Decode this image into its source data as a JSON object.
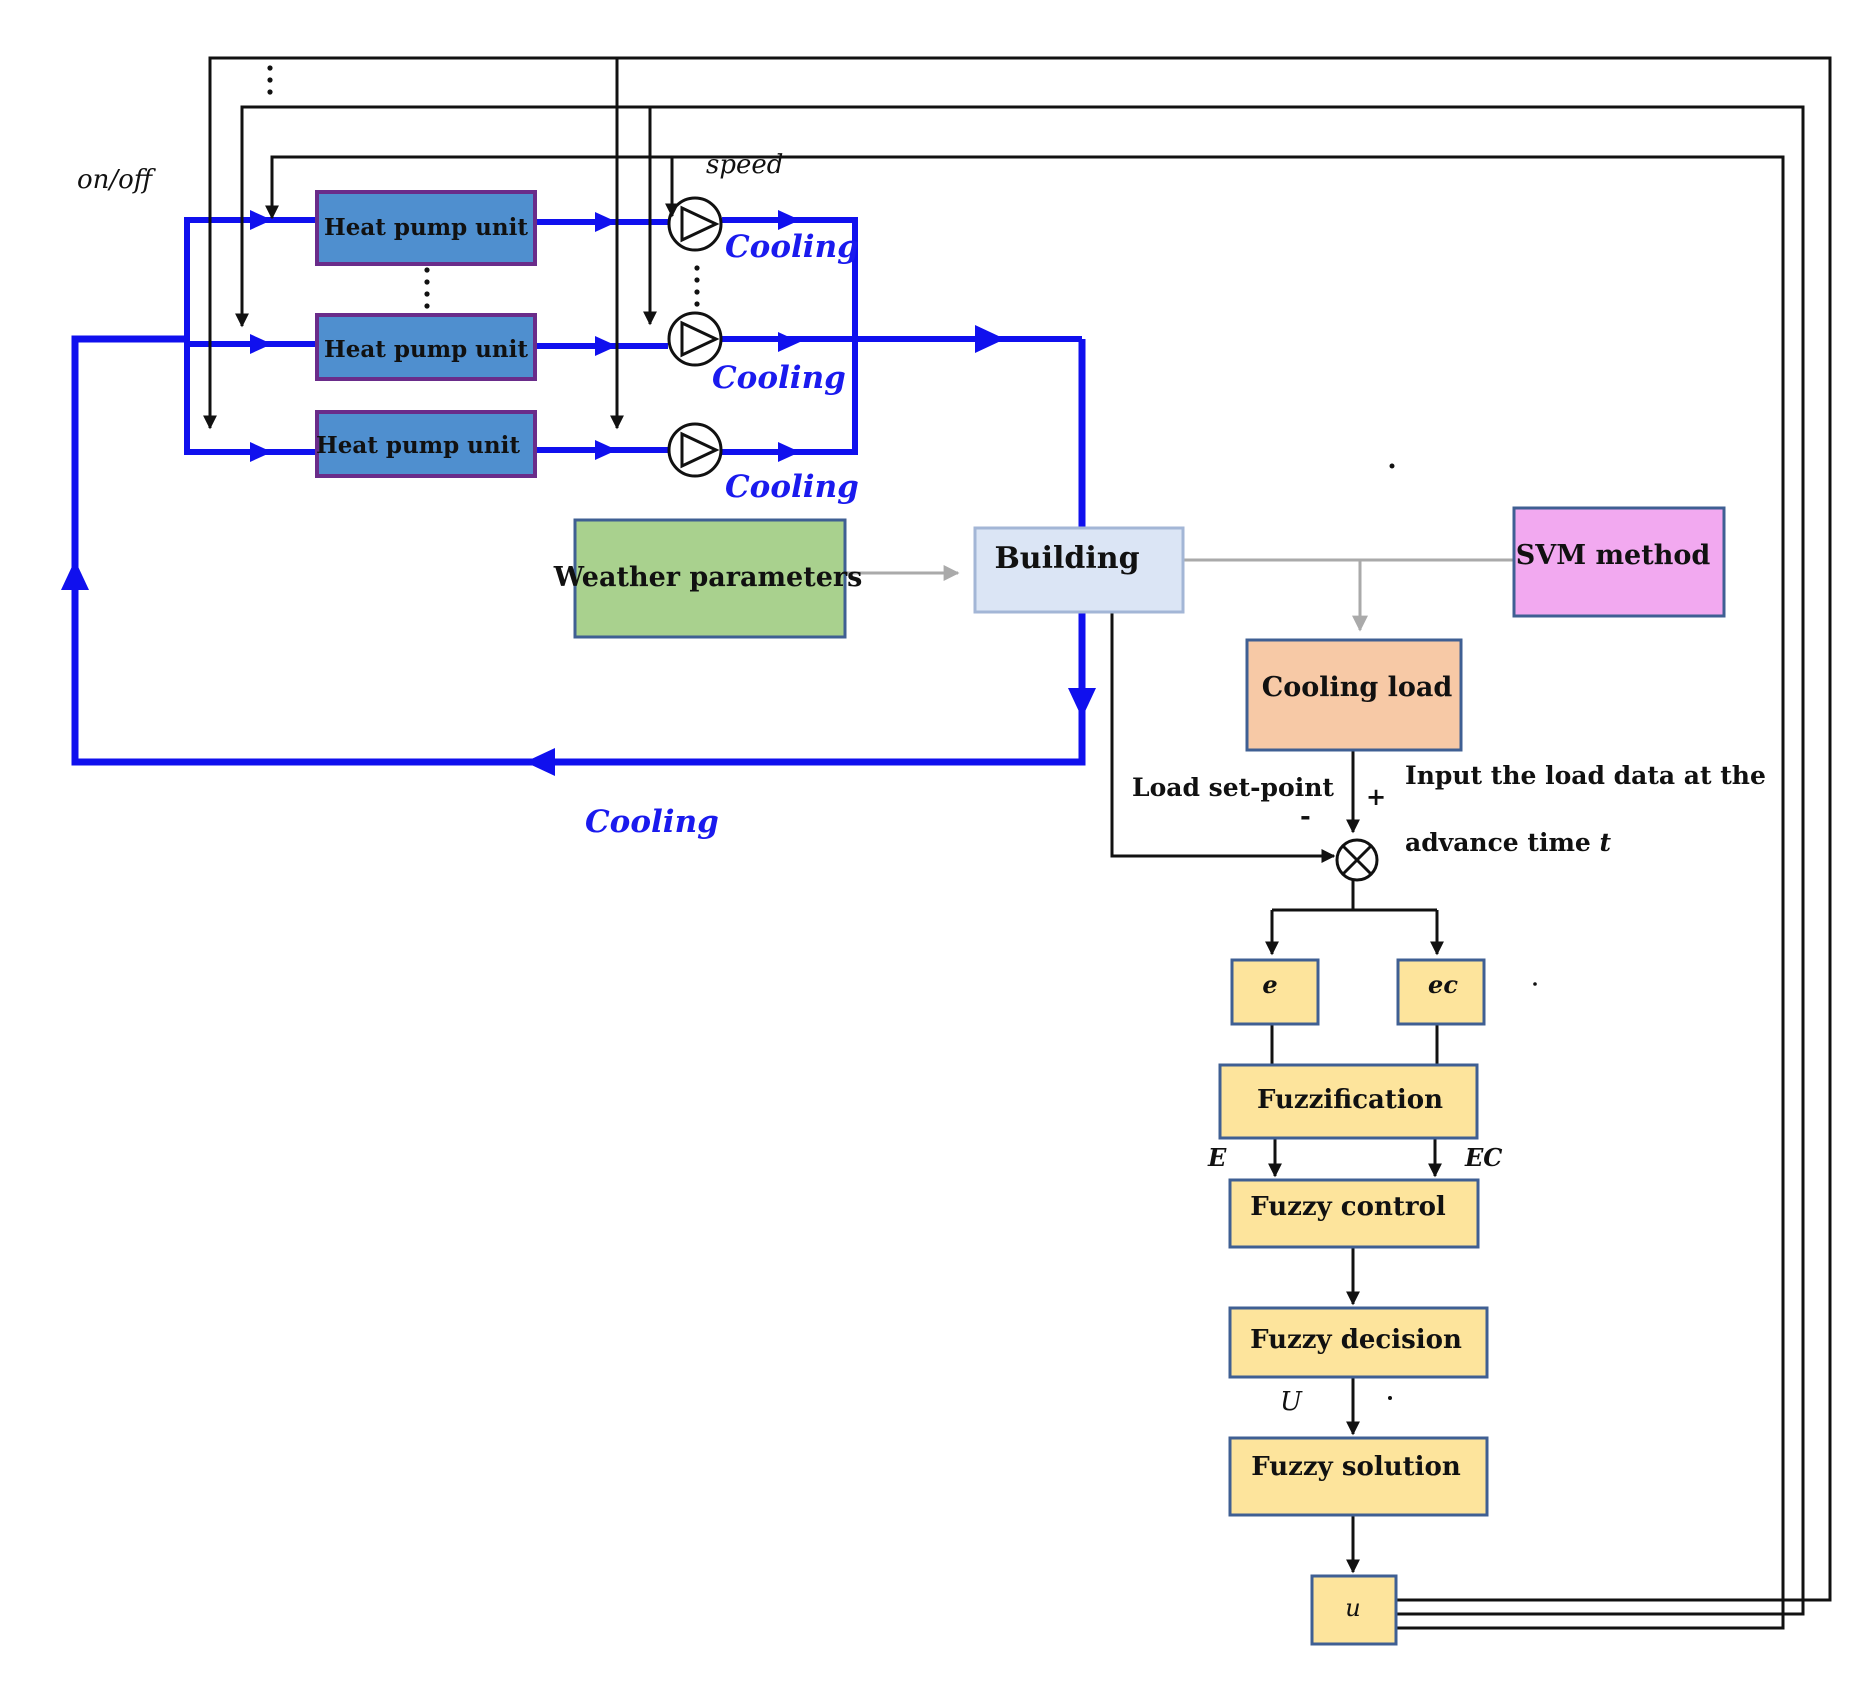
{
  "labels": {
    "on_off": "on/off",
    "speed": "speed",
    "cooling": "Cooling",
    "load_set_point": "Load set-point",
    "plus": "+",
    "minus": "-",
    "input_line1": "Input  the  load  data  at  the",
    "input_line2": "advance time ",
    "input_t": "t",
    "E": "E",
    "EC": "EC",
    "U": "U"
  },
  "boxes": {
    "heat_pump_1": "Heat pump unit",
    "heat_pump_2": "Heat pump unit",
    "heat_pump_3": "Heat pump unit",
    "weather": "Weather parameters",
    "building": "Building",
    "svm": "SVM method",
    "cooling_load": "Cooling  load",
    "e": "e",
    "ec": "ec",
    "fuzzification": "Fuzzification",
    "fuzzy_control": "Fuzzy control",
    "fuzzy_decision": "Fuzzy decision",
    "fuzzy_solution": "Fuzzy solution",
    "u": "u"
  },
  "colors": {
    "water_loop": "#1010ee",
    "cooling_text": "#1a1aee",
    "heat_pump_fill": "#4f8fcf",
    "heat_pump_border": "#6a2c8a",
    "weather_fill": "#a9d18e",
    "building_fill": "#dbe5f5",
    "svm_fill": "#f2a9f0",
    "cooling_load_fill": "#f7c9a6",
    "fuzzy_fill": "#fde49c",
    "box_border": "#3f5f93",
    "signal_line": "#111111",
    "weather_arrow": "#aaaaaa"
  }
}
